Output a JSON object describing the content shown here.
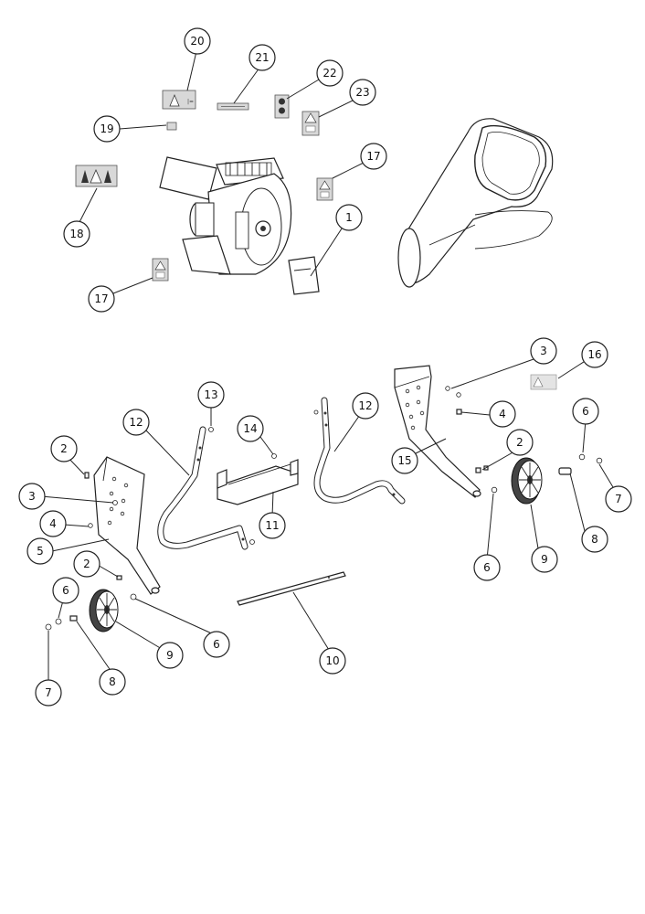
{
  "callouts": [
    {
      "id": "c20",
      "label": "20"
    },
    {
      "id": "c21",
      "label": "21"
    },
    {
      "id": "c22",
      "label": "22"
    },
    {
      "id": "c23",
      "label": "23"
    },
    {
      "id": "c19",
      "label": "19"
    },
    {
      "id": "c17a",
      "label": "17"
    },
    {
      "id": "c18",
      "label": "18"
    },
    {
      "id": "c1",
      "label": "1"
    },
    {
      "id": "c17b",
      "label": "17"
    },
    {
      "id": "c3a",
      "label": "3"
    },
    {
      "id": "c16",
      "label": "16"
    },
    {
      "id": "c13",
      "label": "13"
    },
    {
      "id": "c12a",
      "label": "12"
    },
    {
      "id": "c12b",
      "label": "12"
    },
    {
      "id": "c4a",
      "label": "4"
    },
    {
      "id": "c6a",
      "label": "6"
    },
    {
      "id": "c14",
      "label": "14"
    },
    {
      "id": "c2a",
      "label": "2"
    },
    {
      "id": "c15",
      "label": "15"
    },
    {
      "id": "c2b",
      "label": "2"
    },
    {
      "id": "c3b",
      "label": "3"
    },
    {
      "id": "c11",
      "label": "11"
    },
    {
      "id": "c7a",
      "label": "7"
    },
    {
      "id": "c4b",
      "label": "4"
    },
    {
      "id": "c8a",
      "label": "8"
    },
    {
      "id": "c5",
      "label": "5"
    },
    {
      "id": "c6b",
      "label": "6"
    },
    {
      "id": "c9a",
      "label": "9"
    },
    {
      "id": "c2c",
      "label": "2"
    },
    {
      "id": "c6c",
      "label": "6"
    },
    {
      "id": "c6d",
      "label": "6"
    },
    {
      "id": "c9b",
      "label": "9"
    },
    {
      "id": "c10",
      "label": "10"
    },
    {
      "id": "c7b",
      "label": "7"
    },
    {
      "id": "c8b",
      "label": "8"
    }
  ]
}
